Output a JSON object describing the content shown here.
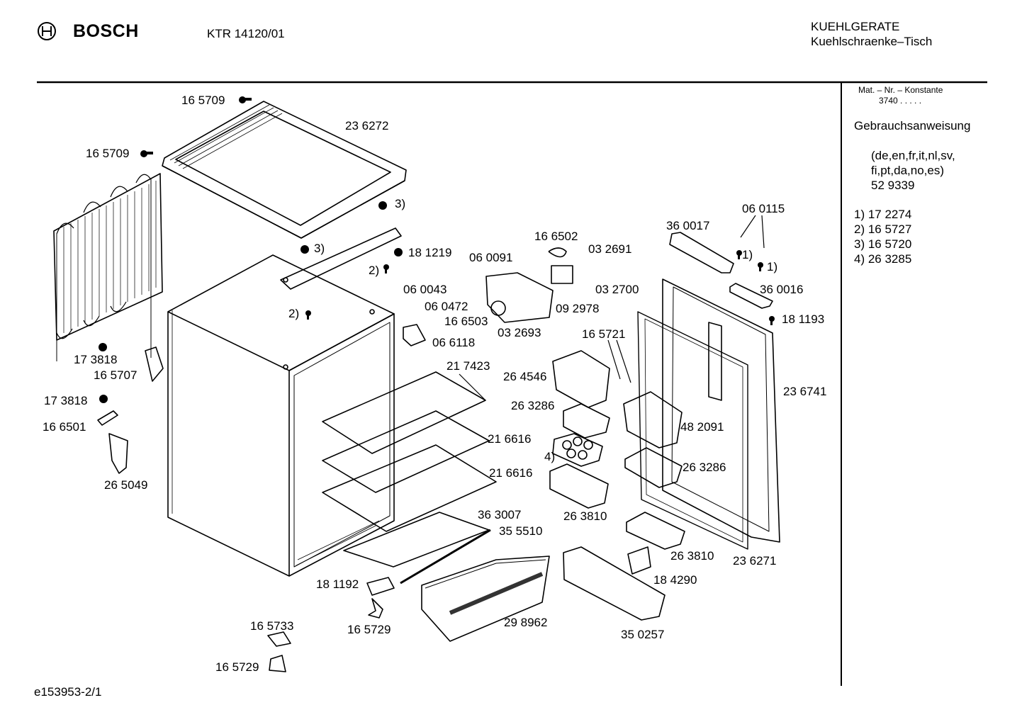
{
  "header": {
    "brand": "BOSCH",
    "model": "KTR 14120/01",
    "category_line1": "KUEHLGERATE",
    "category_line2": "Kuehlschraenke–Tisch"
  },
  "sidebar": {
    "mat_nr_label": "Mat. – Nr. – Konstante",
    "mat_nr_value": "3740 .  .  .  .  .",
    "manual_title": "Gebrauchsanweisung",
    "languages_line1": "(de,en,fr,it,nl,sv,",
    "languages_line2": "fi,pt,da,no,es)",
    "manual_number": "52 9339",
    "footnotes": [
      "1)  17 2274",
      "2)  16 5727",
      "3)  16 5720",
      "4)  26 3285"
    ]
  },
  "footer": {
    "drawing_id": "e153953-2/1"
  },
  "parts": [
    "16 5709",
    "23 6272",
    "16 5709",
    "3)",
    "3)",
    "18 1219",
    "2)",
    "2)",
    "17 3818",
    "16 5707",
    "17 3818",
    "16 6501",
    "26 5049",
    "16 6502",
    "06 0091",
    "03 2691",
    "03 2700",
    "06 0043",
    "06 0472",
    "16 6503",
    "03 2693",
    "09 2978",
    "06 6118",
    "21 7423",
    "36 0017",
    "06 0115",
    "1)",
    "1)",
    "36 0016",
    "18 1193",
    "16 5721",
    "26 4546",
    "26 3286",
    "4)",
    "48 2091",
    "23 6741",
    "21 6616",
    "21 6616",
    "26 3286",
    "36 3007",
    "26 3810",
    "35 5510",
    "26 3810",
    "23 6271",
    "18 1192",
    "18 4290",
    "16 5733",
    "16 5729",
    "29 8962",
    "35 0257",
    "16 5729"
  ]
}
